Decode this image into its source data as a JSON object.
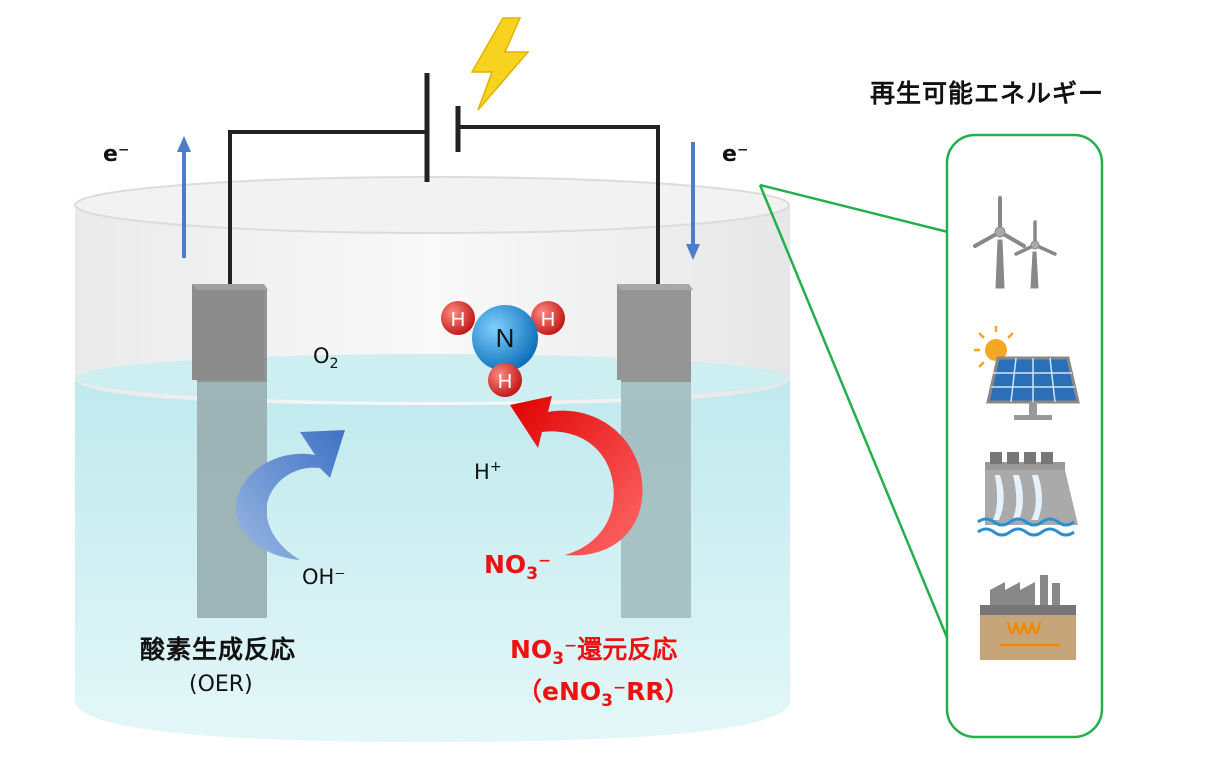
{
  "title": "再生可能エネルギー",
  "electron_left": "e⁻",
  "electron_right": "e⁻",
  "species": {
    "o2_main": "O",
    "o2_sub": "2",
    "h_main": "H",
    "h_sup": "+",
    "oh": "OH⁻",
    "no3_main": "NO",
    "no3_sub": "3",
    "no3_sup": "⁻"
  },
  "molecule": {
    "center": "N",
    "atoms": [
      "H",
      "H",
      "H"
    ]
  },
  "anode_label": {
    "jp": "酸素生成反応",
    "en": "(OER)"
  },
  "cathode_label": {
    "jp_prefix": "NO",
    "jp_sub": "3",
    "jp_suffix": "⁻還元反応",
    "en_prefix": "（eNO",
    "en_sub": "3",
    "en_suffix": "⁻RR）"
  },
  "sources": [
    "wind-turbines-icon",
    "solar-panel-icon",
    "hydro-dam-icon",
    "geothermal-factory-icon"
  ],
  "colors": {
    "oer_arrow": "#5b8fd6",
    "enrr_arrow": "#ee1111",
    "callout_border": "#22b04a",
    "nitrogen": "#1c8fd8",
    "hydrogen": "#e8312d",
    "lightning": "#f7d21e",
    "electrolyte": "#c9eef0"
  }
}
